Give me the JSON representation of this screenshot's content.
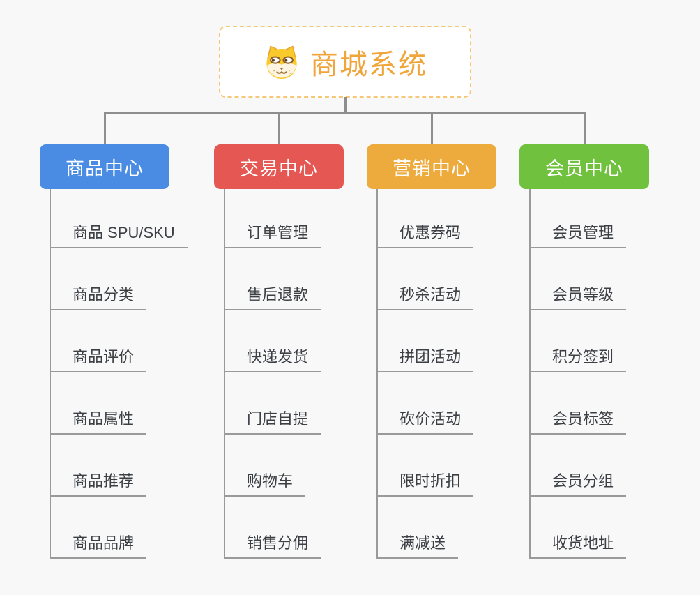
{
  "root": {
    "title": "商城系统",
    "icon": "dog-face-icon"
  },
  "branches": [
    {
      "id": "product-center",
      "label": "商品中心",
      "color": "#4a8ce4",
      "children": [
        "商品 SPU/SKU",
        "商品分类",
        "商品评价",
        "商品属性",
        "商品推荐",
        "商品品牌"
      ]
    },
    {
      "id": "trade-center",
      "label": "交易中心",
      "color": "#e45752",
      "children": [
        "订单管理",
        "售后退款",
        "快递发货",
        "门店自提",
        "购物车",
        "销售分佣"
      ]
    },
    {
      "id": "marketing-center",
      "label": "营销中心",
      "color": "#edaa3d",
      "children": [
        "优惠券码",
        "秒杀活动",
        "拼团活动",
        "砍价活动",
        "限时折扣",
        "满减送"
      ]
    },
    {
      "id": "member-center",
      "label": "会员中心",
      "color": "#6fc13e",
      "children": [
        "会员管理",
        "会员等级",
        "积分签到",
        "会员标签",
        "会员分组",
        "收货地址"
      ]
    }
  ],
  "colors": {
    "background": "#f8f8f8",
    "root_text": "#f0a53a",
    "root_border": "#f5c878",
    "connector": "#8e8e8e",
    "leaf_line": "#9a9a9a",
    "leaf_text": "#3c4045",
    "branch_text": "#ffffff"
  }
}
